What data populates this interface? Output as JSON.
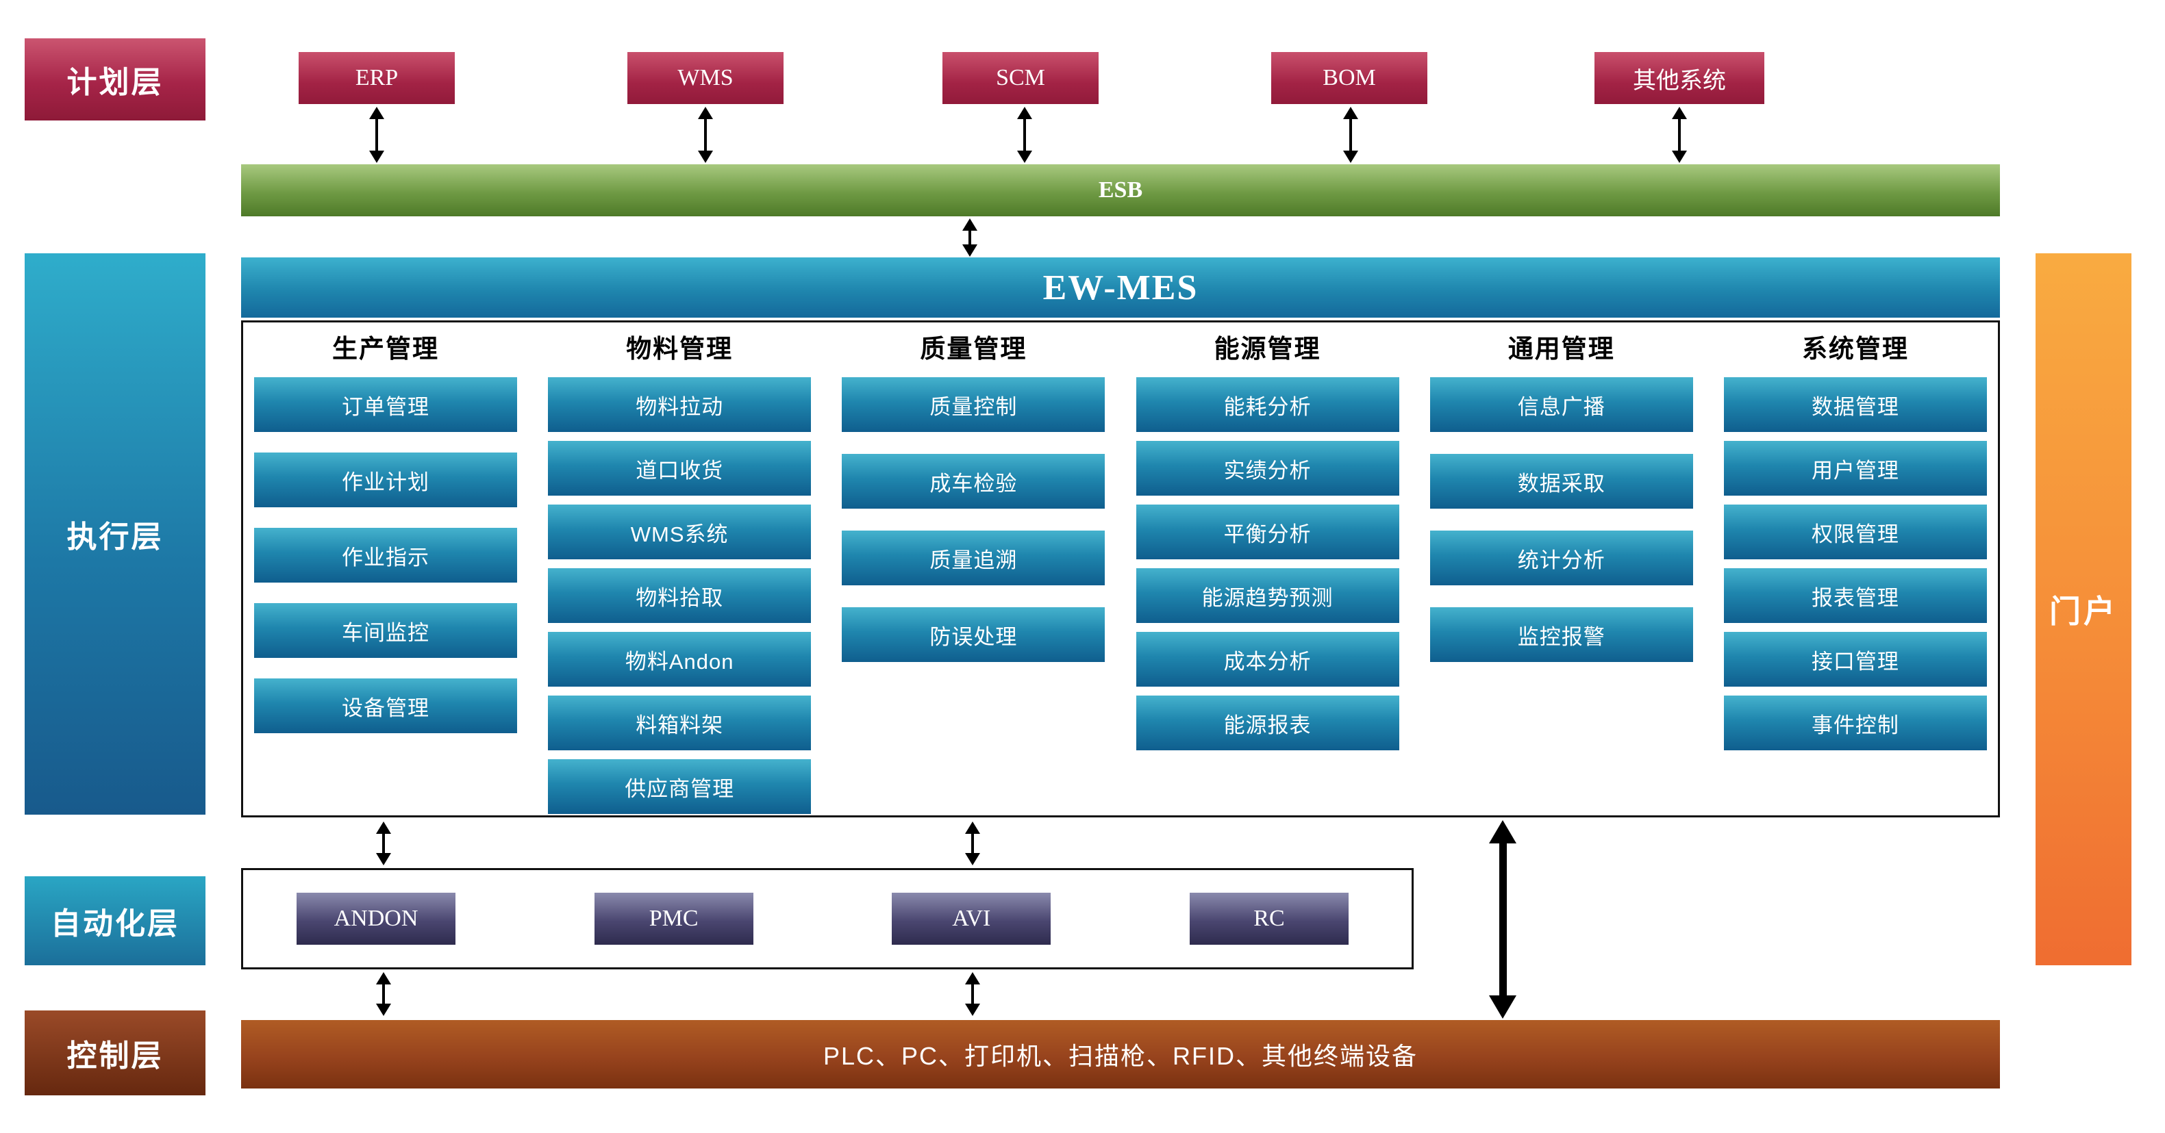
{
  "layers": {
    "planning": "计划层",
    "execution": "执行层",
    "automation": "自动化层",
    "control": "控制层"
  },
  "portal": {
    "label": "门户"
  },
  "planning_systems": [
    "ERP",
    "WMS",
    "SCM",
    "BOM",
    "其他系统"
  ],
  "esb": {
    "label": "ESB"
  },
  "mes": {
    "title": "EW-MES",
    "columns": [
      {
        "header": "生产管理",
        "items": [
          "订单管理",
          "作业计划",
          "作业指示",
          "车间监控",
          "设备管理"
        ]
      },
      {
        "header": "物料管理",
        "items": [
          "物料拉动",
          "道口收货",
          "WMS系统",
          "物料拾取",
          "物料Andon",
          "料箱料架",
          "供应商管理"
        ]
      },
      {
        "header": "质量管理",
        "items": [
          "质量控制",
          "成车检验",
          "质量追溯",
          "防误处理"
        ]
      },
      {
        "header": "能源管理",
        "items": [
          "能耗分析",
          "实绩分析",
          "平衡分析",
          "能源趋势预测",
          "成本分析",
          "能源报表"
        ]
      },
      {
        "header": "通用管理",
        "items": [
          "信息广播",
          "数据采取",
          "统计分析",
          "监控报警"
        ]
      },
      {
        "header": "系统管理",
        "items": [
          "数据管理",
          "用户管理",
          "权限管理",
          "报表管理",
          "接口管理",
          "事件控制"
        ]
      }
    ]
  },
  "automation_systems": [
    "ANDON",
    "PMC",
    "AVI",
    "RC"
  ],
  "control_devices": {
    "label": "PLC、PC、打印机、扫描枪、RFID、其他终端设备"
  },
  "colors": {
    "planning_red": "#a8224a",
    "esb_green": "#6f9a44",
    "mes_teal": "#1f86ae",
    "automation_purple": "#4a4670",
    "control_brown": "#97431d",
    "portal_orange": "#f58c38"
  }
}
